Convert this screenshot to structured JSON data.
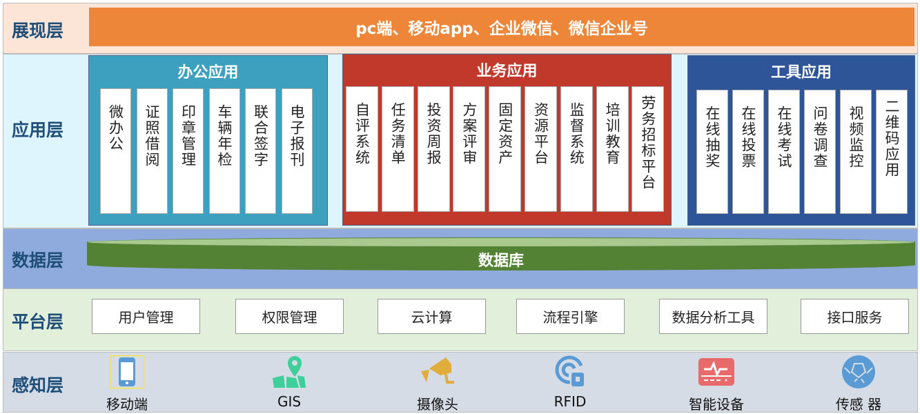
{
  "layers": {
    "presentation": {
      "label": "展现层",
      "bar": "pc端、移动app、企业微信、微信企业号"
    },
    "application": {
      "label": "应用层",
      "groups": [
        {
          "title": "办公应用",
          "items": [
            "微办公",
            "证照借阅",
            "印章管理",
            "车辆年检",
            "联合签字",
            "电子报刊"
          ]
        },
        {
          "title": "业务应用",
          "items": [
            "自评系统",
            "任务清单",
            "投资周报",
            "方案评审",
            "固定资产",
            "资源平台",
            "监督系统",
            "培训教育",
            "劳务招标平台"
          ]
        },
        {
          "title": "工具应用",
          "items": [
            "在线抽奖",
            "在线投票",
            "在线考试",
            "问卷调查",
            "视频监控",
            "二维码应用"
          ]
        }
      ]
    },
    "data": {
      "label": "数据层",
      "db": "数据库"
    },
    "platform": {
      "label": "平台层",
      "items": [
        "用户管理",
        "权限管理",
        "云计算",
        "流程引擎",
        "数据分析工具",
        "接口服务"
      ]
    },
    "perception": {
      "label": "感知层",
      "items": [
        {
          "label": "移动端",
          "icon": "phone-icon"
        },
        {
          "label": "GIS",
          "icon": "map-pin-icon"
        },
        {
          "label": "摄像头",
          "icon": "camera-icon"
        },
        {
          "label": "RFID",
          "icon": "rfid-icon"
        },
        {
          "label": "智能设备",
          "icon": "device-icon"
        },
        {
          "label": "传感 器",
          "icon": "sensor-icon"
        }
      ]
    }
  },
  "colors": {
    "orange": "#ed8639",
    "office": "#3ea0bf",
    "business": "#c0392b",
    "tools": "#2e5597",
    "db": "#548235"
  }
}
